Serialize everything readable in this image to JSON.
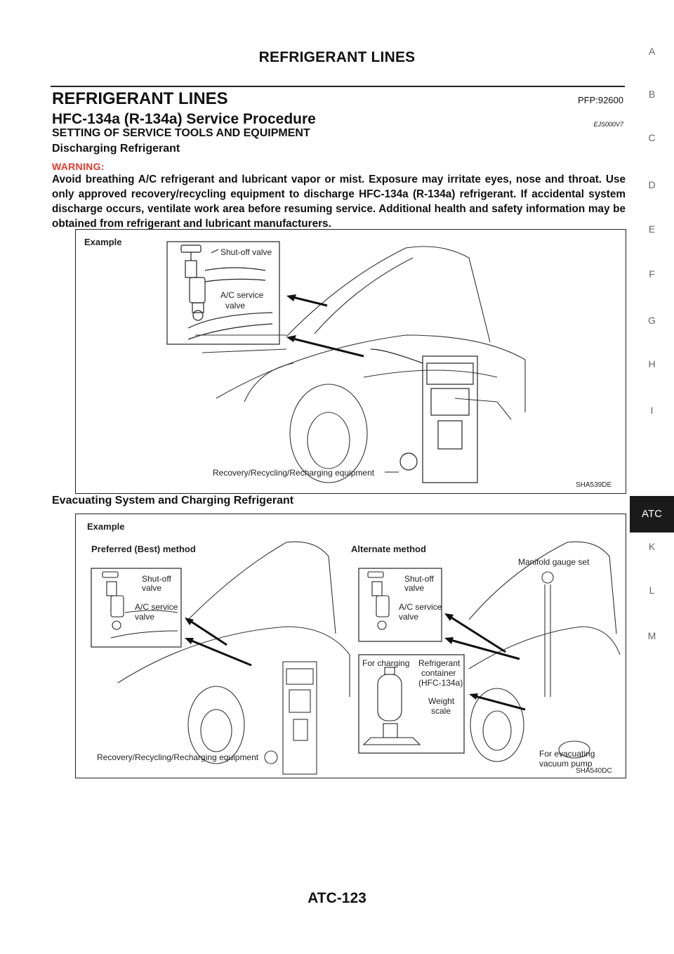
{
  "running_head": "REFRIGERANT LINES",
  "section_title": "REFRIGERANT LINES",
  "pfp": "PFP:92600",
  "procedure_title": "HFC-134a (R-134a) Service Procedure",
  "procedure_code": "EJS000V7",
  "subheading": "SETTING OF SERVICE TOOLS AND EQUIPMENT",
  "discharging_heading": "Discharging Refrigerant",
  "warning_label": "WARNING:",
  "warning_text": "Avoid breathing A/C refrigerant and lubricant vapor or mist. Exposure may irritate eyes, nose and throat. Use only approved recovery/recycling equipment to discharge HFC-134a (R-134a) refrigerant. If accidental system discharge occurs, ventilate work area before resuming service. Additional health and safety information may be obtained from refrigerant and lubricant manufacturers.",
  "figure1": {
    "example": "Example",
    "shutoff_valve": "Shut-off  valve",
    "ac_service_valve_1": "A/C  service",
    "ac_service_valve_2": "valve",
    "equipment": "Recovery/Recycling/Recharging  equipment",
    "fig_id": "SHA539DE"
  },
  "evacuating_heading": "Evacuating System and Charging Refrigerant",
  "figure2": {
    "example": "Example",
    "preferred": "Preferred (Best) method",
    "alternate": "Alternate method",
    "manifold": "Manifold gauge set",
    "shutoff_1": "Shut-off",
    "shutoff_2": "valve",
    "ac_1": "A/C service",
    "ac_2": "valve",
    "for_charging": "For charging",
    "refrigerant_1": "Refrigerant",
    "refrigerant_2": "container",
    "refrigerant_3": "(HFC-134a)",
    "weight_1": "Weight",
    "weight_2": "scale",
    "equipment": "Recovery/Recycling/Recharging equipment",
    "evac_1": "For evacuating",
    "evac_2": "vacuum pump",
    "fig_id": "SHA540DC"
  },
  "side_index": [
    "A",
    "B",
    "C",
    "D",
    "E",
    "F",
    "G",
    "H",
    "I",
    "K",
    "L",
    "M"
  ],
  "side_active": "ATC",
  "page_number": "ATC-123"
}
